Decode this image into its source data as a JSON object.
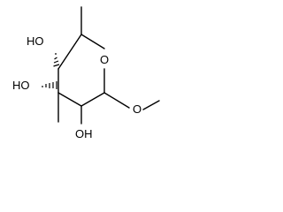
{
  "colors": {
    "bond": "#000000",
    "text": "#000000",
    "background": "#ffffff"
  },
  "atoms": {
    "ring_oxygen": "O",
    "hydroxyl_c4": "HO",
    "hydroxyl_c3": "HO",
    "hydroxyl_c2": "OH",
    "methoxy_oxygen": "O"
  }
}
